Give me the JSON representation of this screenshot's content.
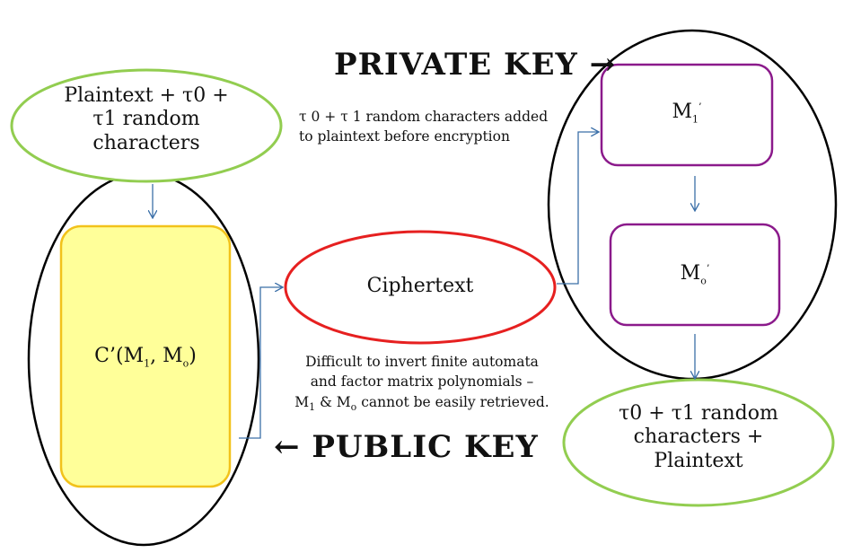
{
  "private_key": {
    "label": "PRIVATE KEY",
    "arrow": "→"
  },
  "public_key": {
    "label": "PUBLIC KEY",
    "arrow": "←"
  },
  "plaintext_input": {
    "line1": "Plaintext + τ0 +",
    "line2": "τ1  random",
    "line3": "characters"
  },
  "private_note": {
    "line1": "τ 0 + τ 1 random characters added",
    "line2": "to plaintext before encryption"
  },
  "public_note": {
    "line1": "Difficult to invert finite automata",
    "line2": "and factor matrix polynomials –",
    "line3_mid": "& M",
    "line3_end": "cannot be easily retrieved."
  },
  "cipher_function": {
    "prefix": "C’(M",
    "sub1": "1",
    "mid": ", M",
    "sub0": "o",
    "suffix": ")"
  },
  "ciphertext": {
    "label": "Ciphertext"
  },
  "m1_box": {
    "base": "M",
    "sub": "1",
    "prime": "’"
  },
  "m0_box": {
    "base": "M",
    "sub": "o",
    "prime": "’"
  },
  "output": {
    "line1": "τ0 + τ1 random",
    "line2": "characters +",
    "line3": "Plaintext"
  },
  "sub_1": "1",
  "sub_o": "o",
  "m_letter": "M",
  "colors": {
    "green": "#92cd50",
    "red": "#e62020",
    "purple": "#8b1a8b",
    "yellow_fill": "#ffff99",
    "yellow_border": "#f2c21b",
    "arrow_blue": "#3b6fa8",
    "black": "#000000"
  }
}
